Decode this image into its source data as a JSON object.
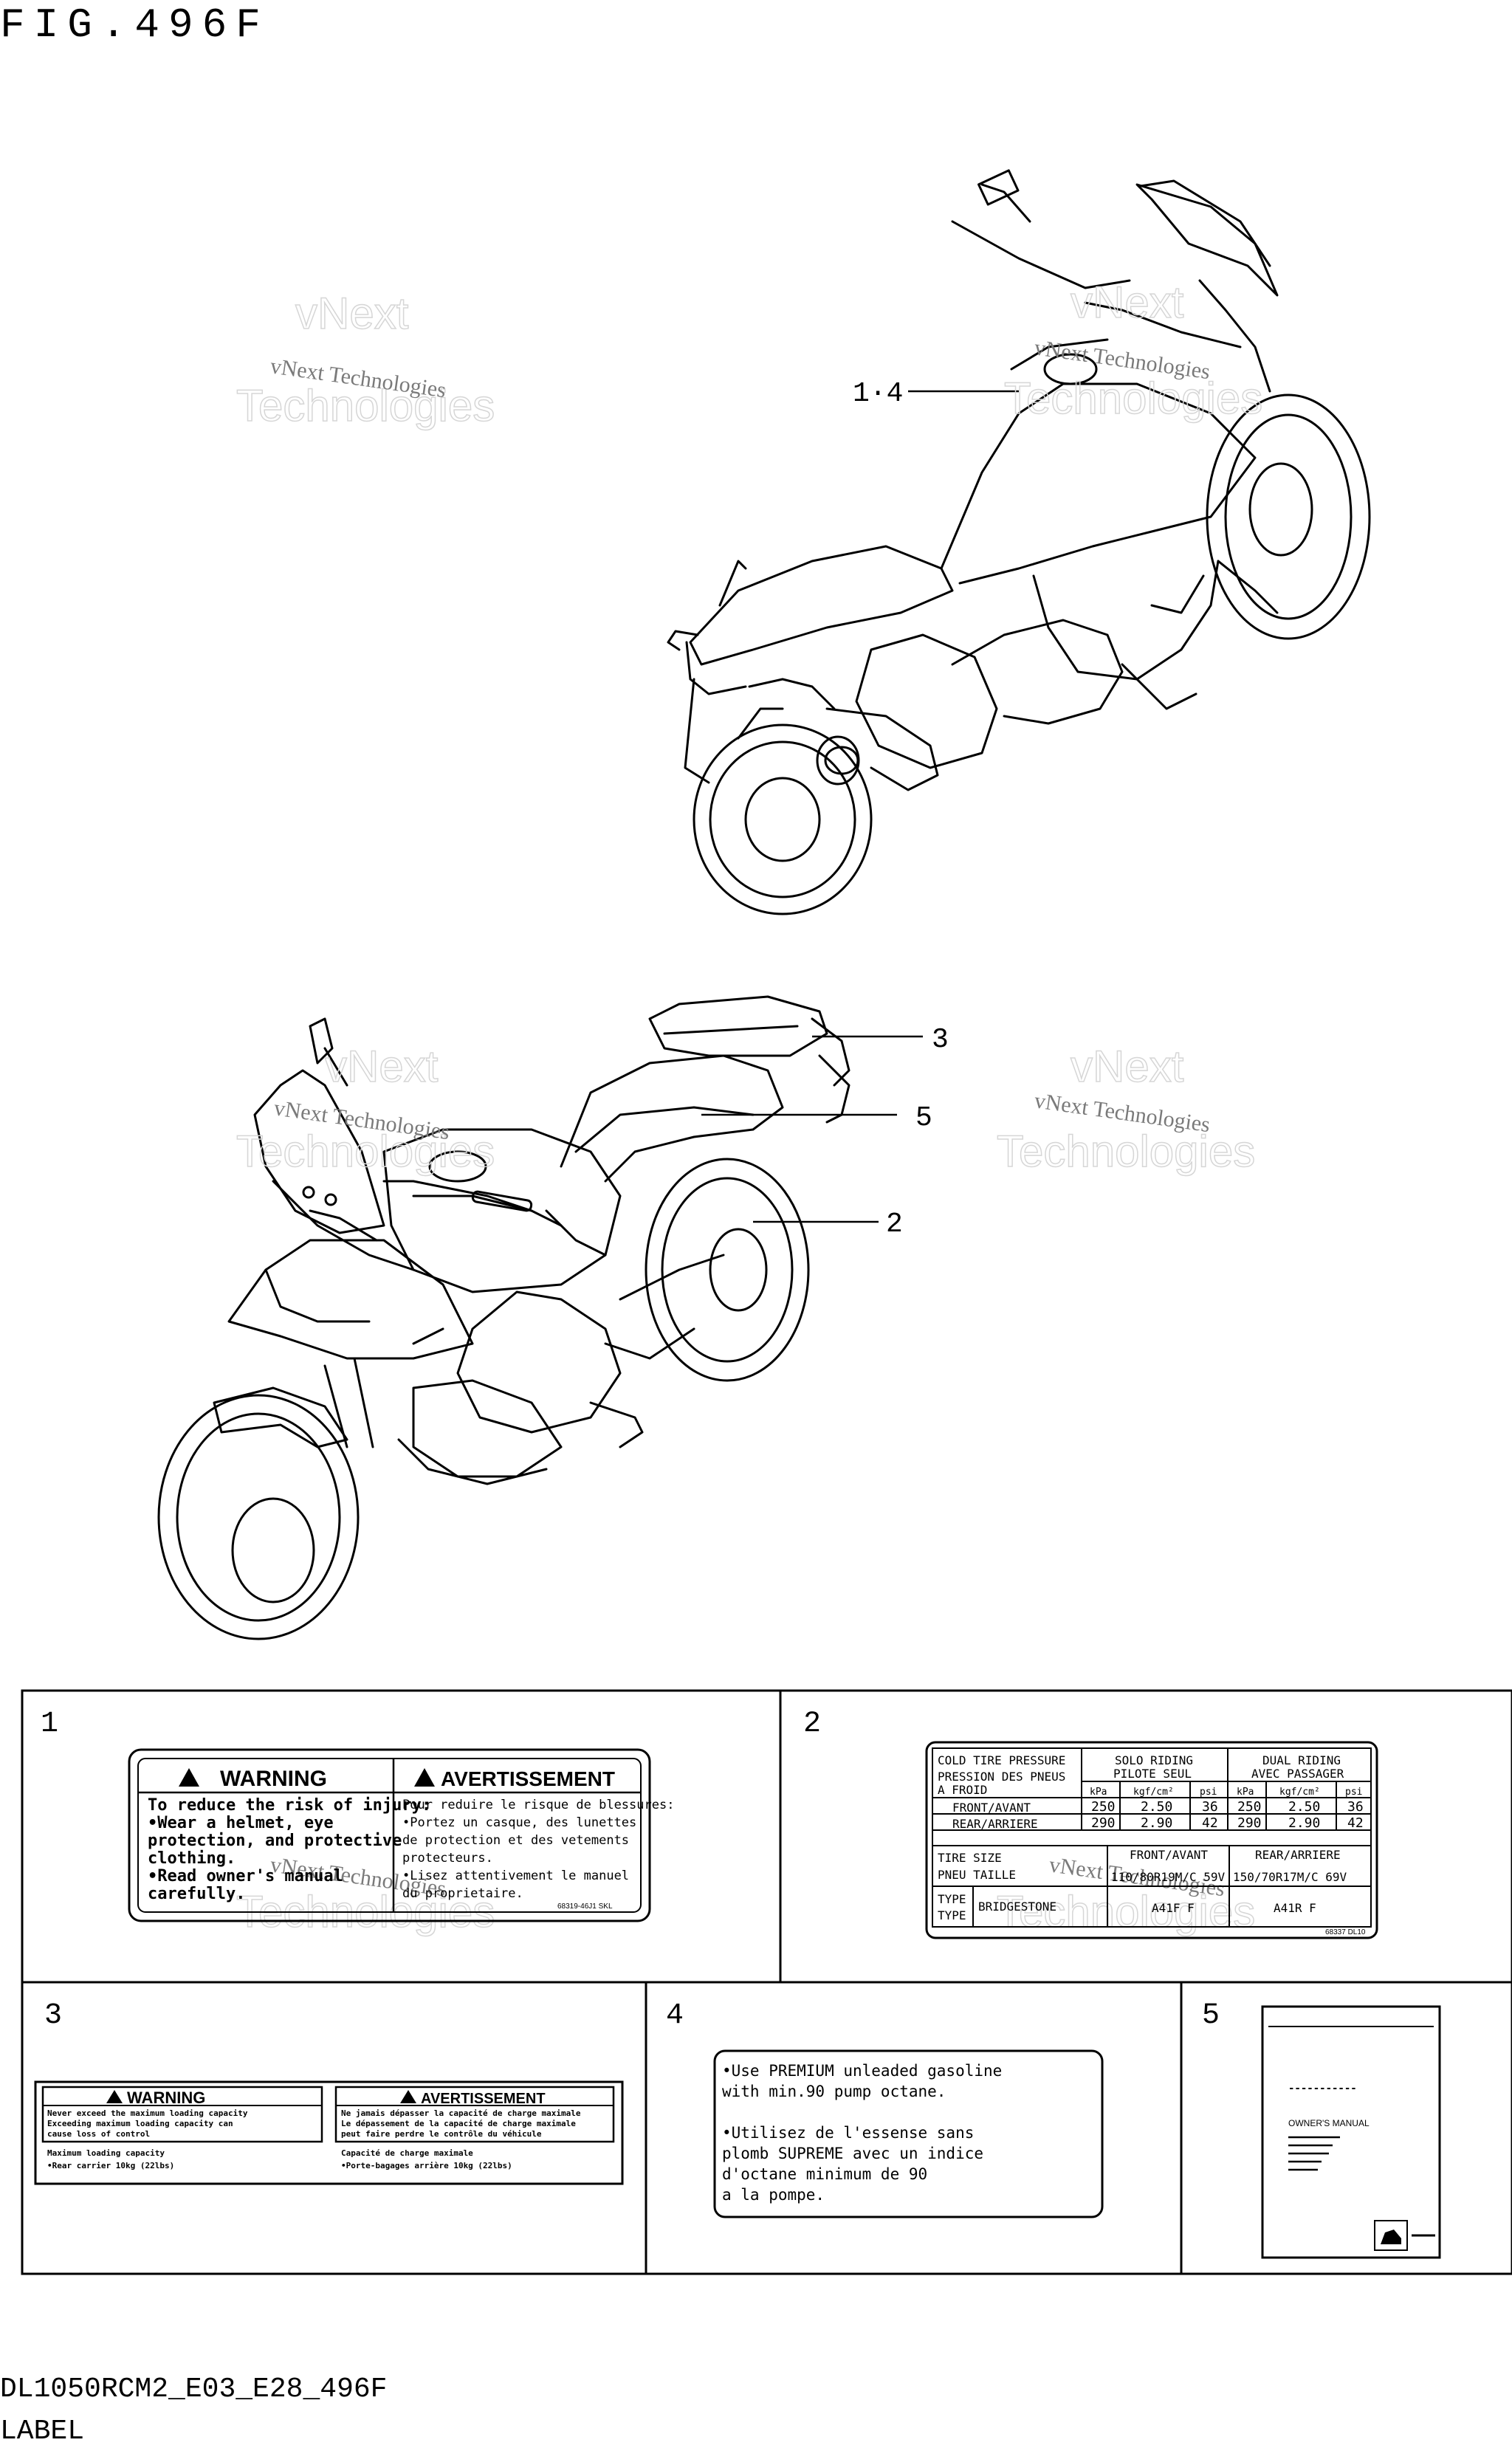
{
  "figure": {
    "title": "FIG.496F",
    "code": "DL1050RCM2_E03_E28_496F",
    "name": "LABEL"
  },
  "callouts": {
    "top_bike": "1·4",
    "seat_rack": "3",
    "seat": "5",
    "swingarm": "2"
  },
  "watermark": {
    "line1": "vNext Technologies",
    "line2": "vNext",
    "line3": "Technologies"
  },
  "cells": {
    "c1": {
      "number": "1",
      "warning_en": "WARNING",
      "warning_fr": "AVERTISSEMENT",
      "en_lines": [
        "To reduce the risk of injury:",
        "•Wear a helmet, eye",
        "  protection, and protective",
        "  clothing.",
        "•Read owner's manual",
        "  carefully."
      ],
      "fr_lines": [
        "Pour reduire le risque de blessures:",
        "•Portez un casque, des lunettes",
        "  de protection et des vetements",
        "  protecteurs.",
        "•Lisez attentivement le manuel",
        "  du proprietaire."
      ],
      "code": "68319-46J1   SKL"
    },
    "c2": {
      "number": "2",
      "cold1": "COLD TIRE PRESSURE",
      "cold2": "PRESSION DES PNEUS",
      "cold3": "A FROID",
      "solo1": "SOLO RIDING",
      "solo2": "PILOTE SEUL",
      "dual1": "DUAL RIDING",
      "dual2": "AVEC PASSAGER",
      "units": [
        "kPa",
        "kgf/cm²",
        "psi",
        "kPa",
        "kgf/cm²",
        "psi"
      ],
      "front_label": "FRONT/AVANT",
      "rear_label": "REAR/ARRIERE",
      "front_values": [
        "250",
        "2.50",
        "36",
        "250",
        "2.50",
        "36"
      ],
      "rear_values": [
        "290",
        "2.90",
        "42",
        "290",
        "2.90",
        "42"
      ],
      "size1": "TIRE SIZE",
      "size2": "PNEU TAILLE",
      "front_hdr": "FRONT/AVANT",
      "rear_hdr": "REAR/ARRIERE",
      "front_size": "110/80R19M/C 59V",
      "rear_size": "150/70R17M/C 69V",
      "type1": "TYPE",
      "type2": "TYPE",
      "brand": "BRIDGESTONE",
      "front_type": "A41F F",
      "rear_type": "A41R F",
      "code": "68337 DL10"
    },
    "c3": {
      "number": "3",
      "warning_en": "WARNING",
      "warning_fr": "AVERTISSEMENT",
      "en_lines": [
        "Never exceed the maximum loading capacity",
        "Exceeding maximum loading capacity can",
        "cause loss of control"
      ],
      "fr_lines": [
        "Ne jamais dépasser la capacité de charge maximale",
        "Le dépassement de la capacité de charge maximale",
        "peut faire perdre le contrôle du véhicule"
      ],
      "en_cap1": "Maximum loading capacity",
      "en_cap2": "•Rear carrier  10kg (22lbs)",
      "fr_cap1": "Capacité de charge maximale",
      "fr_cap2": "•Porte-bagages arrière  10kg (22lbs)"
    },
    "c4": {
      "number": "4",
      "lines": [
        "•Use PREMIUM unleaded gasoline",
        " with min.90 pump octane.",
        "",
        "•Utilisez de l'essense sans",
        " plomb SUPREME avec un indice",
        " d'octane minimum de 90",
        " a la pompe."
      ]
    },
    "c5": {
      "number": "5",
      "dashes": "-----------",
      "manual_title": "OWNER'S MANUAL"
    }
  }
}
